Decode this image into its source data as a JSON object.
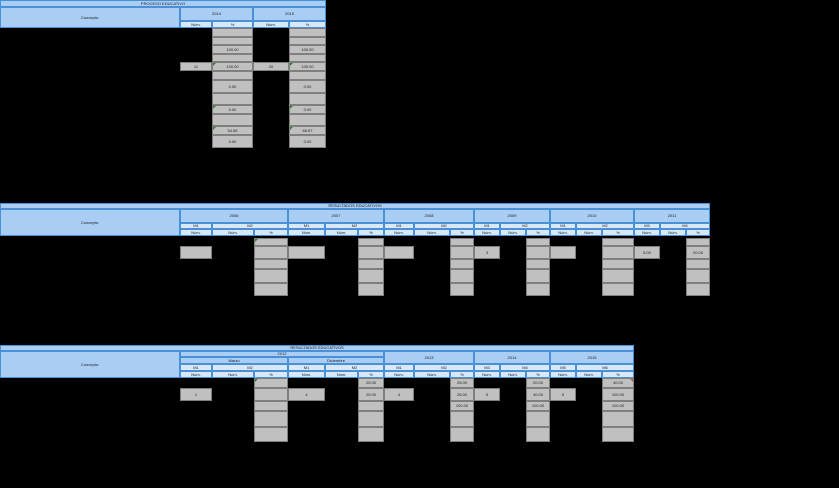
{
  "colors": {
    "header_bg": "#a9cdf3",
    "border": "#4a90d9",
    "cell_bg": "#c0c0c0"
  },
  "s1": {
    "title": "PROCESO EDUCATIVO",
    "concepto": "Concepto:",
    "years": [
      "2014",
      "2015"
    ],
    "num": "Núm.",
    "pct": "%",
    "y2014": {
      "v1": "100.00",
      "n2": "11",
      "v2": "100.00",
      "v3": "0.00",
      "v4": "0.00",
      "v5": "54.55",
      "v6": "0.00"
    },
    "y2015": {
      "v1": "100.00",
      "n2": "20",
      "v2": "100.00",
      "v3": "0.00",
      "v4": "0.00",
      "v5": "66.67",
      "v6": "0.00"
    }
  },
  "s2": {
    "title": "RESULTADOS EDUCATIVOS",
    "concepto": "Concepto:",
    "years": [
      "2006",
      "2007",
      "2008",
      "2009",
      "2010",
      "2011"
    ],
    "m": [
      "M1",
      "M2",
      "M3",
      "M4"
    ],
    "num": "Núm.",
    "pct": "%",
    "v2009": "3",
    "v2011n": "5.00",
    "v2011p": "20.00"
  },
  "s3": {
    "title": "RESULTADOS EDUCATIVOS",
    "concepto": "Concepto:",
    "years": [
      "2012",
      "2013",
      "2014",
      "2015"
    ],
    "marzo": "Marzo",
    "diciembre": "Diciembre",
    "m": [
      "M1",
      "M2",
      "M3",
      "M4",
      "M5",
      "M6"
    ],
    "num": "Núm.",
    "pct": "%",
    "dic": {
      "p1": "25.00",
      "n": "4",
      "p2": "25.00"
    },
    "mar": {
      "n": "1"
    },
    "y2013": {
      "n": "4",
      "p1": "25.00",
      "p2": "25.00",
      "p3": "100.00"
    },
    "y2014": {
      "n": "5",
      "p1": "20.00",
      "p2": "40.00",
      "p3": "100.00"
    },
    "y2015": {
      "n": "5",
      "p1": "40.00",
      "p2": "100.00",
      "p3": "100.00"
    }
  }
}
